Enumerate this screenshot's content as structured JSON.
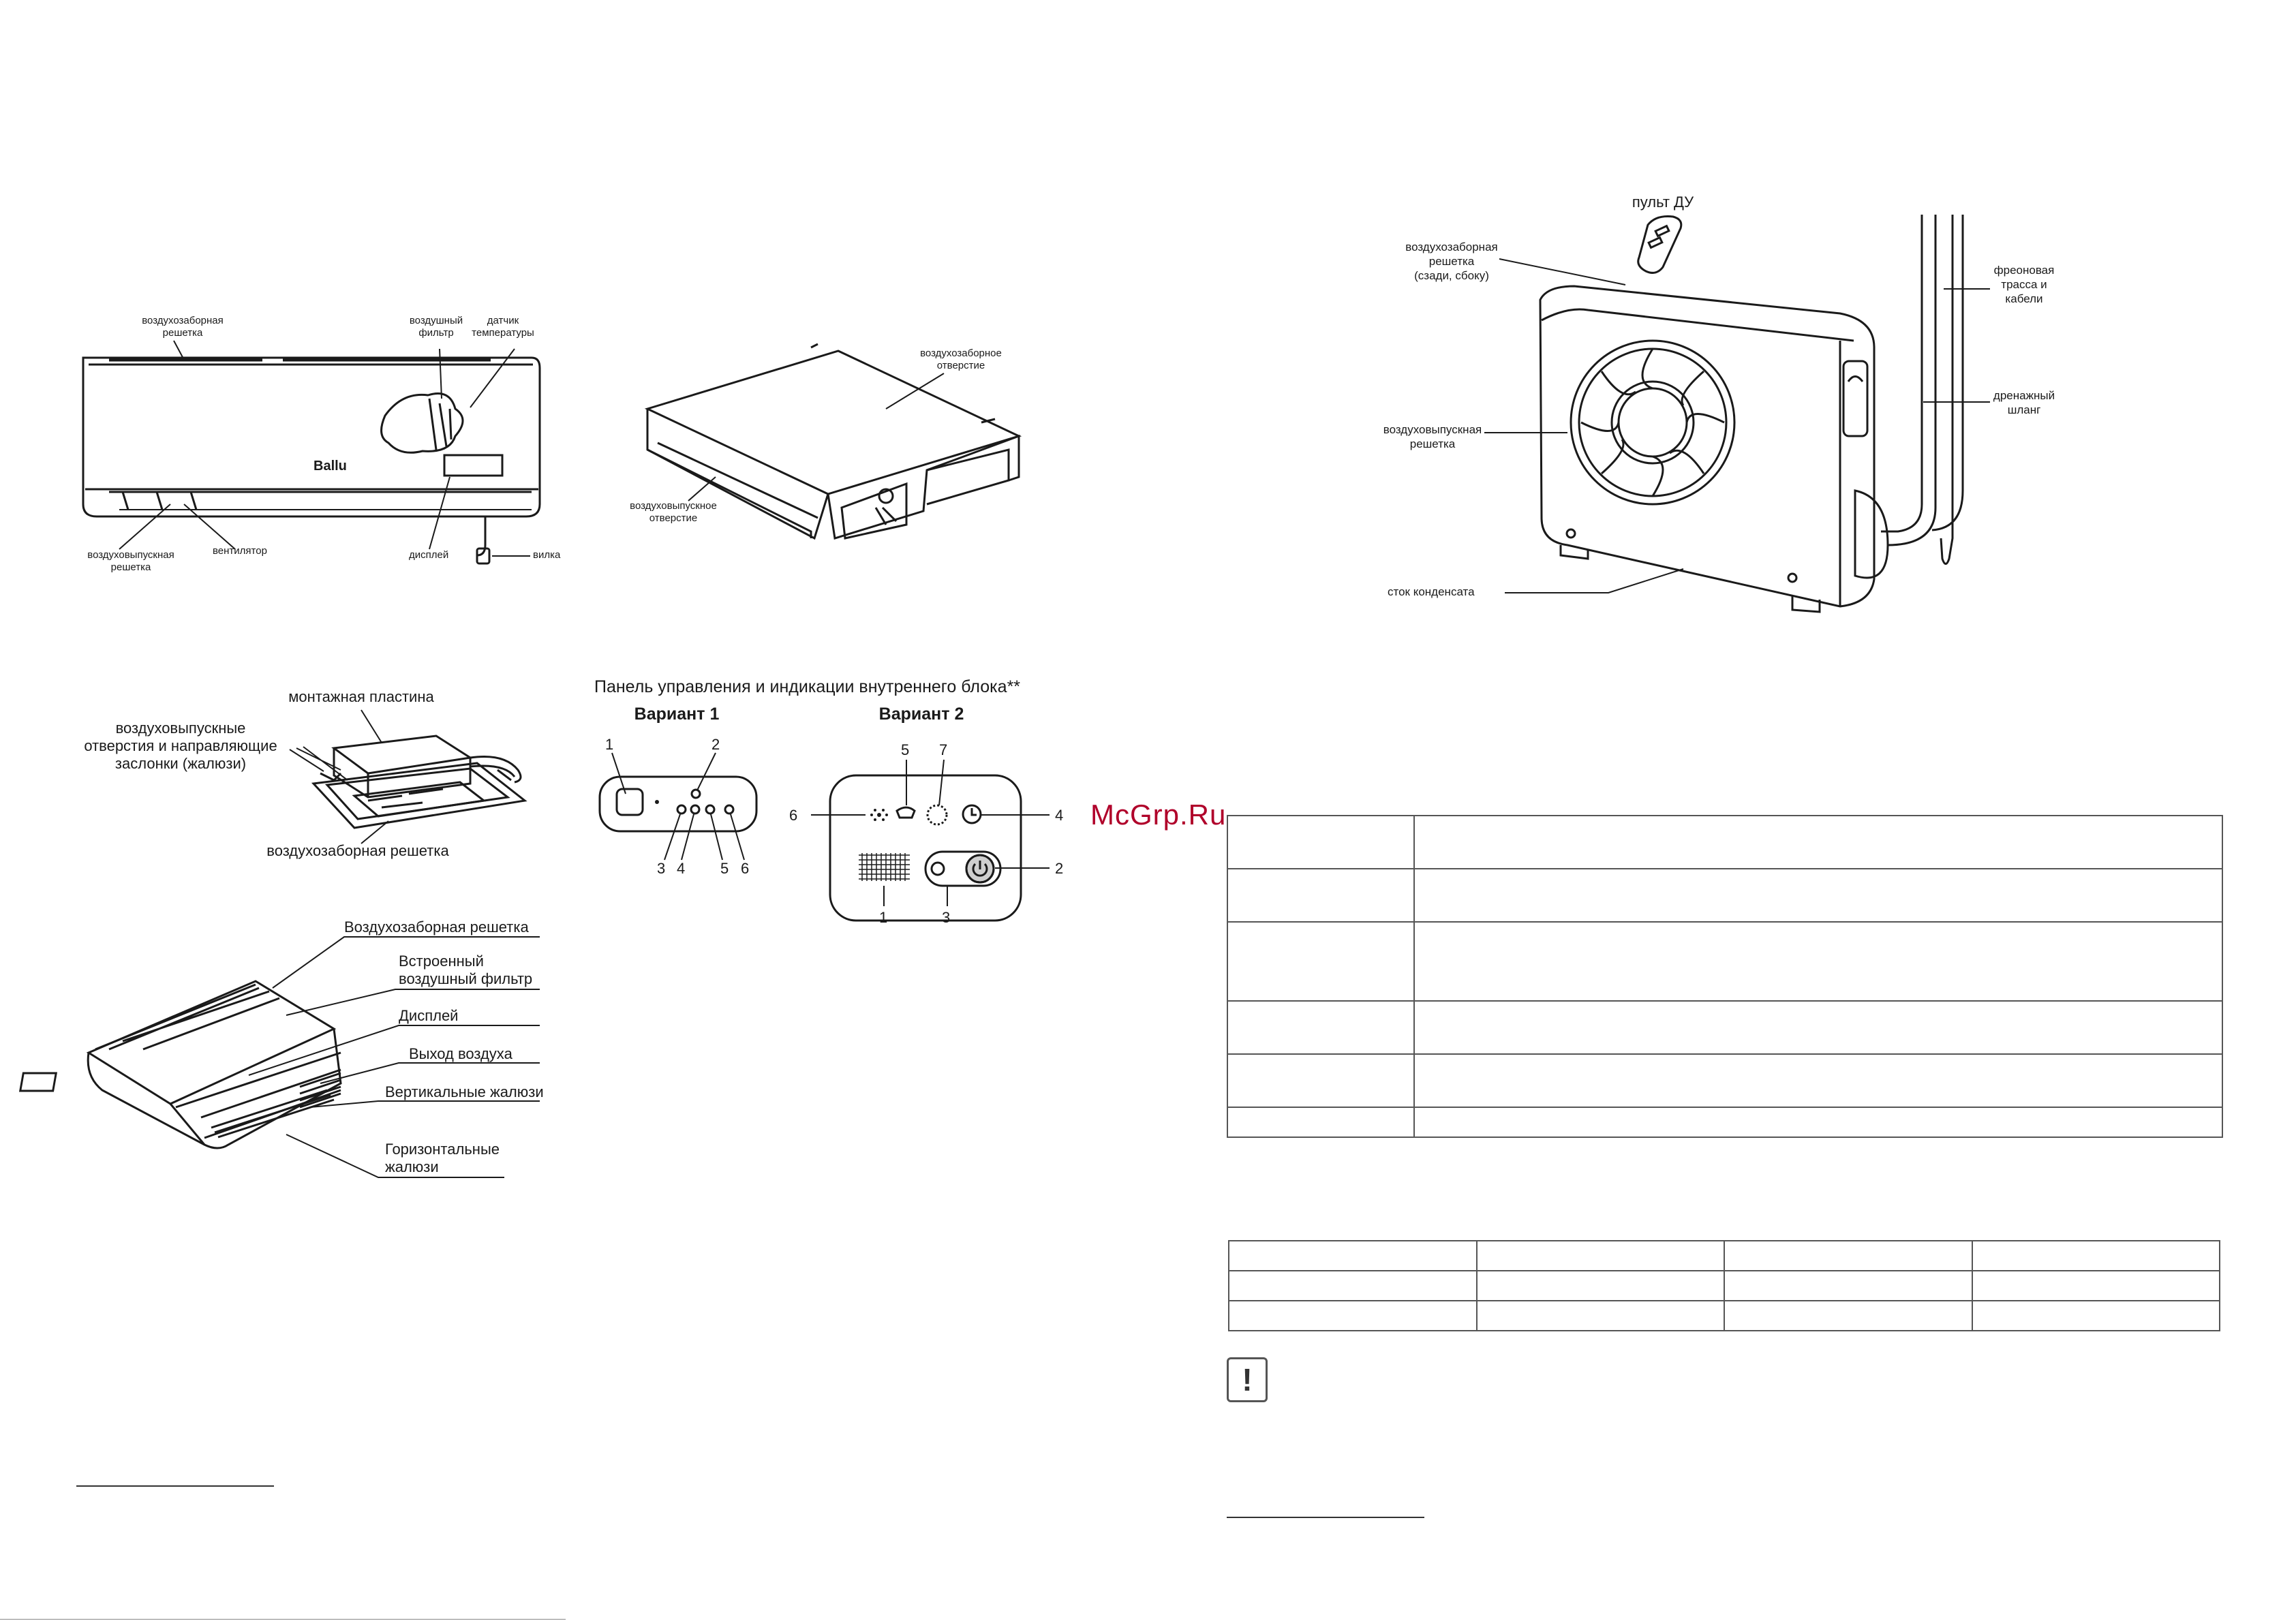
{
  "wall_unit": {
    "labels": {
      "intake_grille": "воздухозаборная\nрешетка",
      "air_filter": "воздушный\nфильтр",
      "temp_sensor": "датчик\nтемпературы",
      "outlet_grille": "воздуховыпускная\nрешетка",
      "fan": "вентилятор",
      "display": "дисплей",
      "plug": "вилка",
      "brand": "Ballu"
    }
  },
  "duct_unit": {
    "labels": {
      "intake_opening": "воздухозаборное\nотверстие",
      "outlet_opening": "воздуховыпускное\nотверстие"
    }
  },
  "outdoor_unit": {
    "labels": {
      "remote": "пульт ДУ",
      "intake_grille": "воздухозаборная\nрешетка\n(сзади, сбоку)",
      "outlet_grille": "воздуховыпускная\nрешетка",
      "condensate_drain": "сток конденсата",
      "freon_line": "фреоновая\nтрасса и\nкабели",
      "drain_hose": "дренажный\nшланг"
    }
  },
  "cassette_unit": {
    "labels": {
      "mounting_plate": "монтажная пластина",
      "outlets_louvers": "воздуховыпускные\nотверстия и направляющие\nзаслонки (жалюзи)",
      "intake_grille": "воздухозаборная решетка"
    }
  },
  "floor_ceiling_unit": {
    "labels": {
      "intake_grille": "Воздухозаборная решетка",
      "built_in_filter": "Встроенный\nвоздушный фильтр",
      "display": "Дисплей",
      "air_outlet": "Выход воздуха",
      "vertical_louvers": "Вертикальные жалюзи",
      "horizontal_louvers": "Горизонтальные\nжалюзи"
    }
  },
  "control_panel": {
    "title": "Панель управления и индикации внутреннего блока**",
    "variant1": {
      "title": "Вариант 1",
      "numbers": [
        "1",
        "2",
        "3",
        "4",
        "5",
        "6"
      ]
    },
    "variant2": {
      "title": "Вариант 2",
      "numbers": [
        "5",
        "7",
        "6",
        "4",
        "2",
        "1",
        "3"
      ]
    }
  },
  "watermark": "McGrp.Ru",
  "warning_icon": "!",
  "colors": {
    "ink": "#1a1a1a",
    "watermark": "#b0002a",
    "table_border": "#555555"
  }
}
